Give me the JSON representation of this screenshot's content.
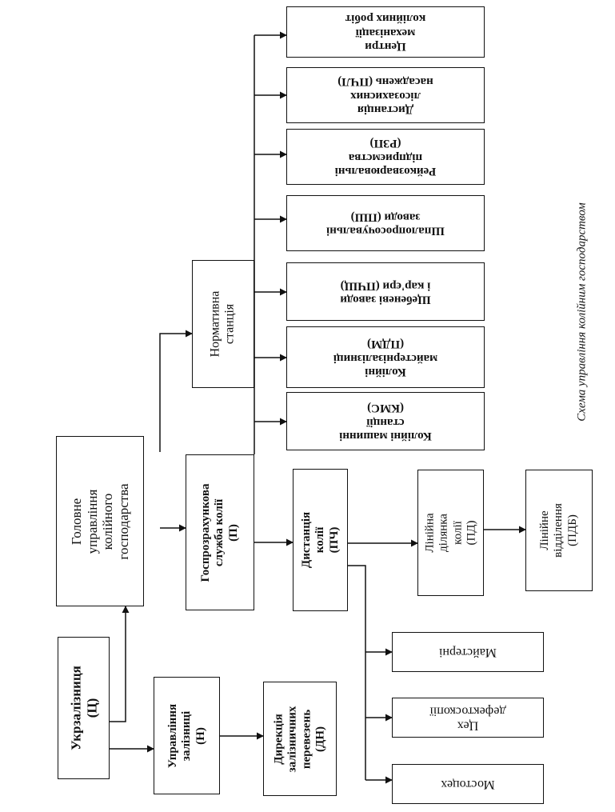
{
  "caption": "Схема управління колійним господарством",
  "nodes": {
    "ukrzaliznytsia": "Укрзалізниця\n(Ц)",
    "upravlinnia_zaliznytsi": "Управління\nзалізниці\n(Н)",
    "dyrektsiia": "Дирекція\nзалізничних\nперевезень\n(ДН)",
    "holovne_upravlinnia": "Головне\nуправління\nколійного\nгосподарства",
    "normatyvna_stantsiia": "Нормативна\nстанція",
    "hosprozrakhunkova_sluzhba": "Госпрозрахункова\nслужба колії\n(П)",
    "dystantsiia_kolii": "Дистанція колії\n(ПЧ)",
    "liniina_dilianka": "Лінійна\nділянка колії\n(ПД)",
    "liniine_viddilennia": "Лінійне\nвідділення\n(ПДБ)",
    "tsentry_mekhanizatsii": "Центри механізації\nколійних робіт",
    "dystantsii_lisozakhysnykh": "Дистанція лісозахисних\nнасаджень (ПЧЛ)",
    "reikozvariuvalni": "Рейкозварювальні\nпідприємства (РЗП)",
    "shpaloprosochuvalni": "Шпалопросочувальні\nзаводи (ПШ)",
    "shchebeneva_zavody": "Щебеневі заводи\nі кар'єри (ПЧЩ)",
    "kolijni_maisterni": "Колійні майстернізалізниці\n(ПДМ)",
    "kolijni_mashynni": "Колійні машинні станції\n(КМС)",
    "maisterni": "Майстерні",
    "tsekh_defektoskopii": "Цех дефектоскопії",
    "mostotsekh": "Мостоцех"
  }
}
